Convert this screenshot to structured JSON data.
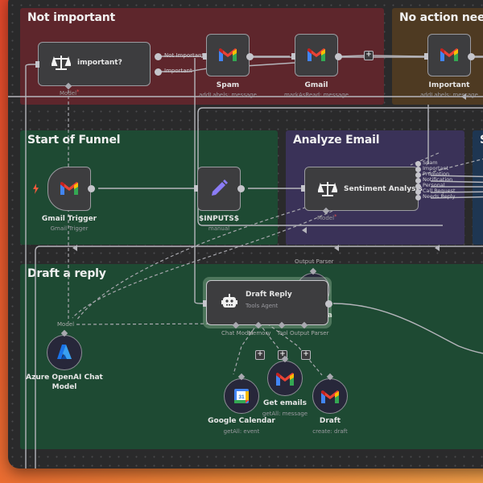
{
  "stickies": {
    "not_important": {
      "title": "Not important",
      "color": "#5e262c"
    },
    "no_action": {
      "title": "No action needed",
      "color": "#4e3a22"
    },
    "start_funnel": {
      "title": "Start of Funnel",
      "color": "#1e4a33"
    },
    "analyze_email": {
      "title": "Analyze Email",
      "color": "#3a3258"
    },
    "right_partial": {
      "title": "S",
      "color": "#1e3652"
    },
    "draft_reply": {
      "title": "Draft a reply",
      "color": "#1e4a33"
    }
  },
  "nodes": {
    "important_check": {
      "title": "important?",
      "icon": "scale-icon",
      "model_port": "Model",
      "outputs": [
        "Not Important",
        "Important"
      ]
    },
    "spam": {
      "title": "Spam",
      "subtitle": "addLabels: message",
      "icon": "gmail-icon"
    },
    "gmail_read": {
      "title": "Gmail",
      "subtitle": "markAsRead: message",
      "icon": "gmail-icon"
    },
    "important": {
      "title": "Important",
      "subtitle": "addLabels: message",
      "icon": "gmail-icon"
    },
    "gmail_trigger": {
      "title": "Gmail Trigger",
      "subtitle": "Gmail Trigger",
      "icon": "gmail-icon",
      "trigger_icon": "lightning-icon"
    },
    "inputs": {
      "title": "$INPUTS$",
      "subtitle": "manual",
      "icon": "pencil-icon"
    },
    "sentiment": {
      "title": "Sentiment Analysis",
      "icon": "scale-icon",
      "model_port": "Model",
      "outputs": [
        "Spam",
        "Important",
        "Promotion",
        "Notification",
        "Personal",
        "Call Request",
        "Needs Reply"
      ]
    },
    "draft_reply": {
      "title": "Draft Reply",
      "subtitle": "Tools Agent",
      "icon": "robot-icon",
      "ports": [
        "Chat Model",
        "Memory",
        "Tool",
        "Output Parser"
      ]
    },
    "output_parser_partial": {
      "label_fragment": "ema",
      "top_port": "Output Parser"
    },
    "azure": {
      "title": "Azure OpenAI Chat",
      "title2": "Model",
      "port": "Model",
      "icon": "azure-icon"
    },
    "google_calendar": {
      "title": "Google Calendar",
      "subtitle": "getAll: event",
      "icon": "google-calendar-icon"
    },
    "get_emails": {
      "title": "Get emails",
      "subtitle": "getAll: message",
      "icon": "gmail-icon"
    },
    "draft": {
      "title": "Draft",
      "subtitle": "create: draft",
      "icon": "gmail-icon"
    }
  },
  "misc": {
    "required_marker": "*",
    "plus": "+",
    "calendar_day": "31"
  }
}
